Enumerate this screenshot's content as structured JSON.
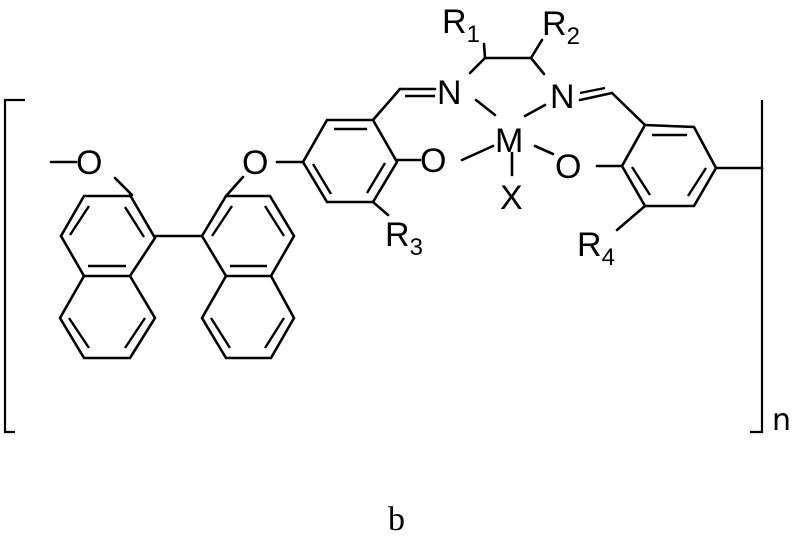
{
  "figure": {
    "caption": "b",
    "repeat_subscript": "n",
    "background": "#ffffff",
    "ink": "#000000"
  },
  "atoms": {
    "o1": "O",
    "o2": "O",
    "o3": "O",
    "o4": "O",
    "n1": "N",
    "n2": "N",
    "metal": "M",
    "x": "X"
  },
  "substituents": {
    "r1": {
      "symbol": "R",
      "sub": "1"
    },
    "r2": {
      "symbol": "R",
      "sub": "2"
    },
    "r3": {
      "symbol": "R",
      "sub": "3"
    },
    "r4": {
      "symbol": "R",
      "sub": "4"
    }
  }
}
